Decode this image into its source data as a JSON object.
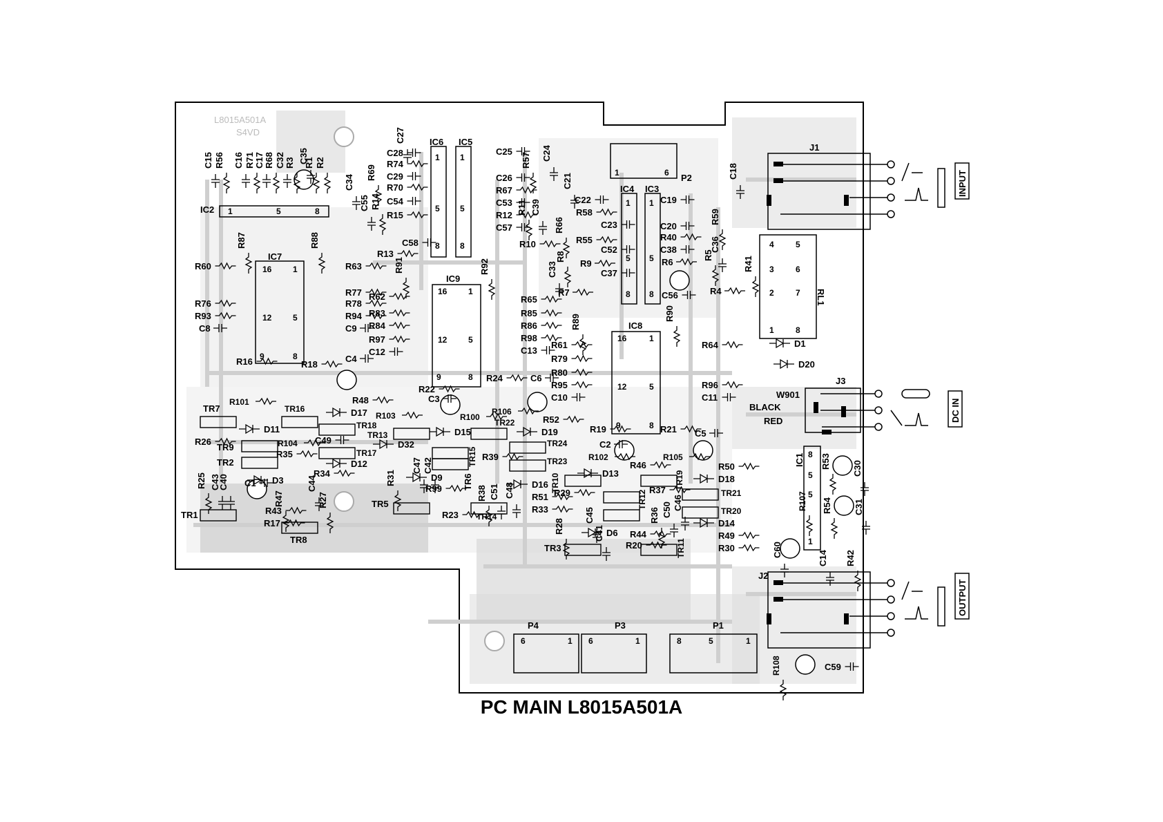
{
  "board": {
    "silk_code": "L8015A501A",
    "silk_sub": "S4VD",
    "caption": "PC MAIN  L8015A501A"
  },
  "connectors": {
    "input": "INPUT",
    "dc_in": "DC IN",
    "output": "OUTPUT",
    "j1": "J1",
    "j2": "J2",
    "j3": "J3",
    "w901": "W901",
    "black": "BLACK",
    "red": "RED",
    "p1": "P1",
    "p2": "P2",
    "p3": "P3",
    "p4": "P4",
    "rl1": "RL1"
  },
  "ic_labels": [
    "IC1",
    "IC2",
    "IC3",
    "IC4",
    "IC5",
    "IC6",
    "IC7",
    "IC8",
    "IC9"
  ],
  "transistors": [
    "TR1",
    "TR2",
    "TR3",
    "TR5",
    "TR6",
    "TR7",
    "TR8",
    "TR9",
    "TR10",
    "TR11",
    "TR12",
    "TR13",
    "TR14",
    "TR15",
    "TR16",
    "TR17",
    "TR18",
    "TR19",
    "TR20",
    "TR21",
    "TR22",
    "TR23",
    "TR24"
  ],
  "resistors": [
    "R1",
    "R2",
    "R3",
    "R4",
    "R5",
    "R6",
    "R7",
    "R8",
    "R9",
    "R10",
    "R11",
    "R12",
    "R13",
    "R14",
    "R15",
    "R16",
    "R17",
    "R18",
    "R19",
    "R20",
    "R21",
    "R22",
    "R23",
    "R24",
    "R25",
    "R26",
    "R27",
    "R28",
    "R29",
    "R30",
    "R31",
    "R33",
    "R34",
    "R35",
    "R36",
    "R37",
    "R38",
    "R39",
    "R40",
    "R41",
    "R42",
    "R43",
    "R44",
    "R46",
    "R47",
    "R48",
    "R49",
    "R50",
    "R51",
    "R52",
    "R53",
    "R54",
    "R55",
    "R56",
    "R57",
    "R58",
    "R59",
    "R60",
    "R61",
    "R62",
    "R63",
    "R64",
    "R65",
    "R66",
    "R67",
    "R68",
    "R69",
    "R70",
    "R71",
    "R74",
    "R76",
    "R77",
    "R78",
    "R79",
    "R80",
    "R83",
    "R84",
    "R85",
    "R86",
    "R87",
    "R88",
    "R89",
    "R90",
    "R91",
    "R92",
    "R93",
    "R94",
    "R95",
    "R96",
    "R97",
    "R98",
    "R99",
    "R100",
    "R101",
    "R102",
    "R103",
    "R104",
    "R105",
    "R106",
    "R107",
    "R108"
  ],
  "capacitors": [
    "C1",
    "C2",
    "C3",
    "C4",
    "C5",
    "C6",
    "C8",
    "C9",
    "C10",
    "C11",
    "C12",
    "C13",
    "C14",
    "C15",
    "C16",
    "C17",
    "C18",
    "C19",
    "C20",
    "C21",
    "C22",
    "C23",
    "C24",
    "C25",
    "C26",
    "C27",
    "C28",
    "C29",
    "C30",
    "C31",
    "C32",
    "C33",
    "C34",
    "C35",
    "C36",
    "C37",
    "C38",
    "C39",
    "C40",
    "C41",
    "C42",
    "C43",
    "C44",
    "C45",
    "C46",
    "C47",
    "C48",
    "C49",
    "C50",
    "C51",
    "C52",
    "C53",
    "C54",
    "C55",
    "C56",
    "C57",
    "C58",
    "C59",
    "C60"
  ],
  "diodes": [
    "D1",
    "D3",
    "D6",
    "D9",
    "D11",
    "D12",
    "D13",
    "D14",
    "D15",
    "D16",
    "D17",
    "D18",
    "D19",
    "D20",
    "D32"
  ]
}
